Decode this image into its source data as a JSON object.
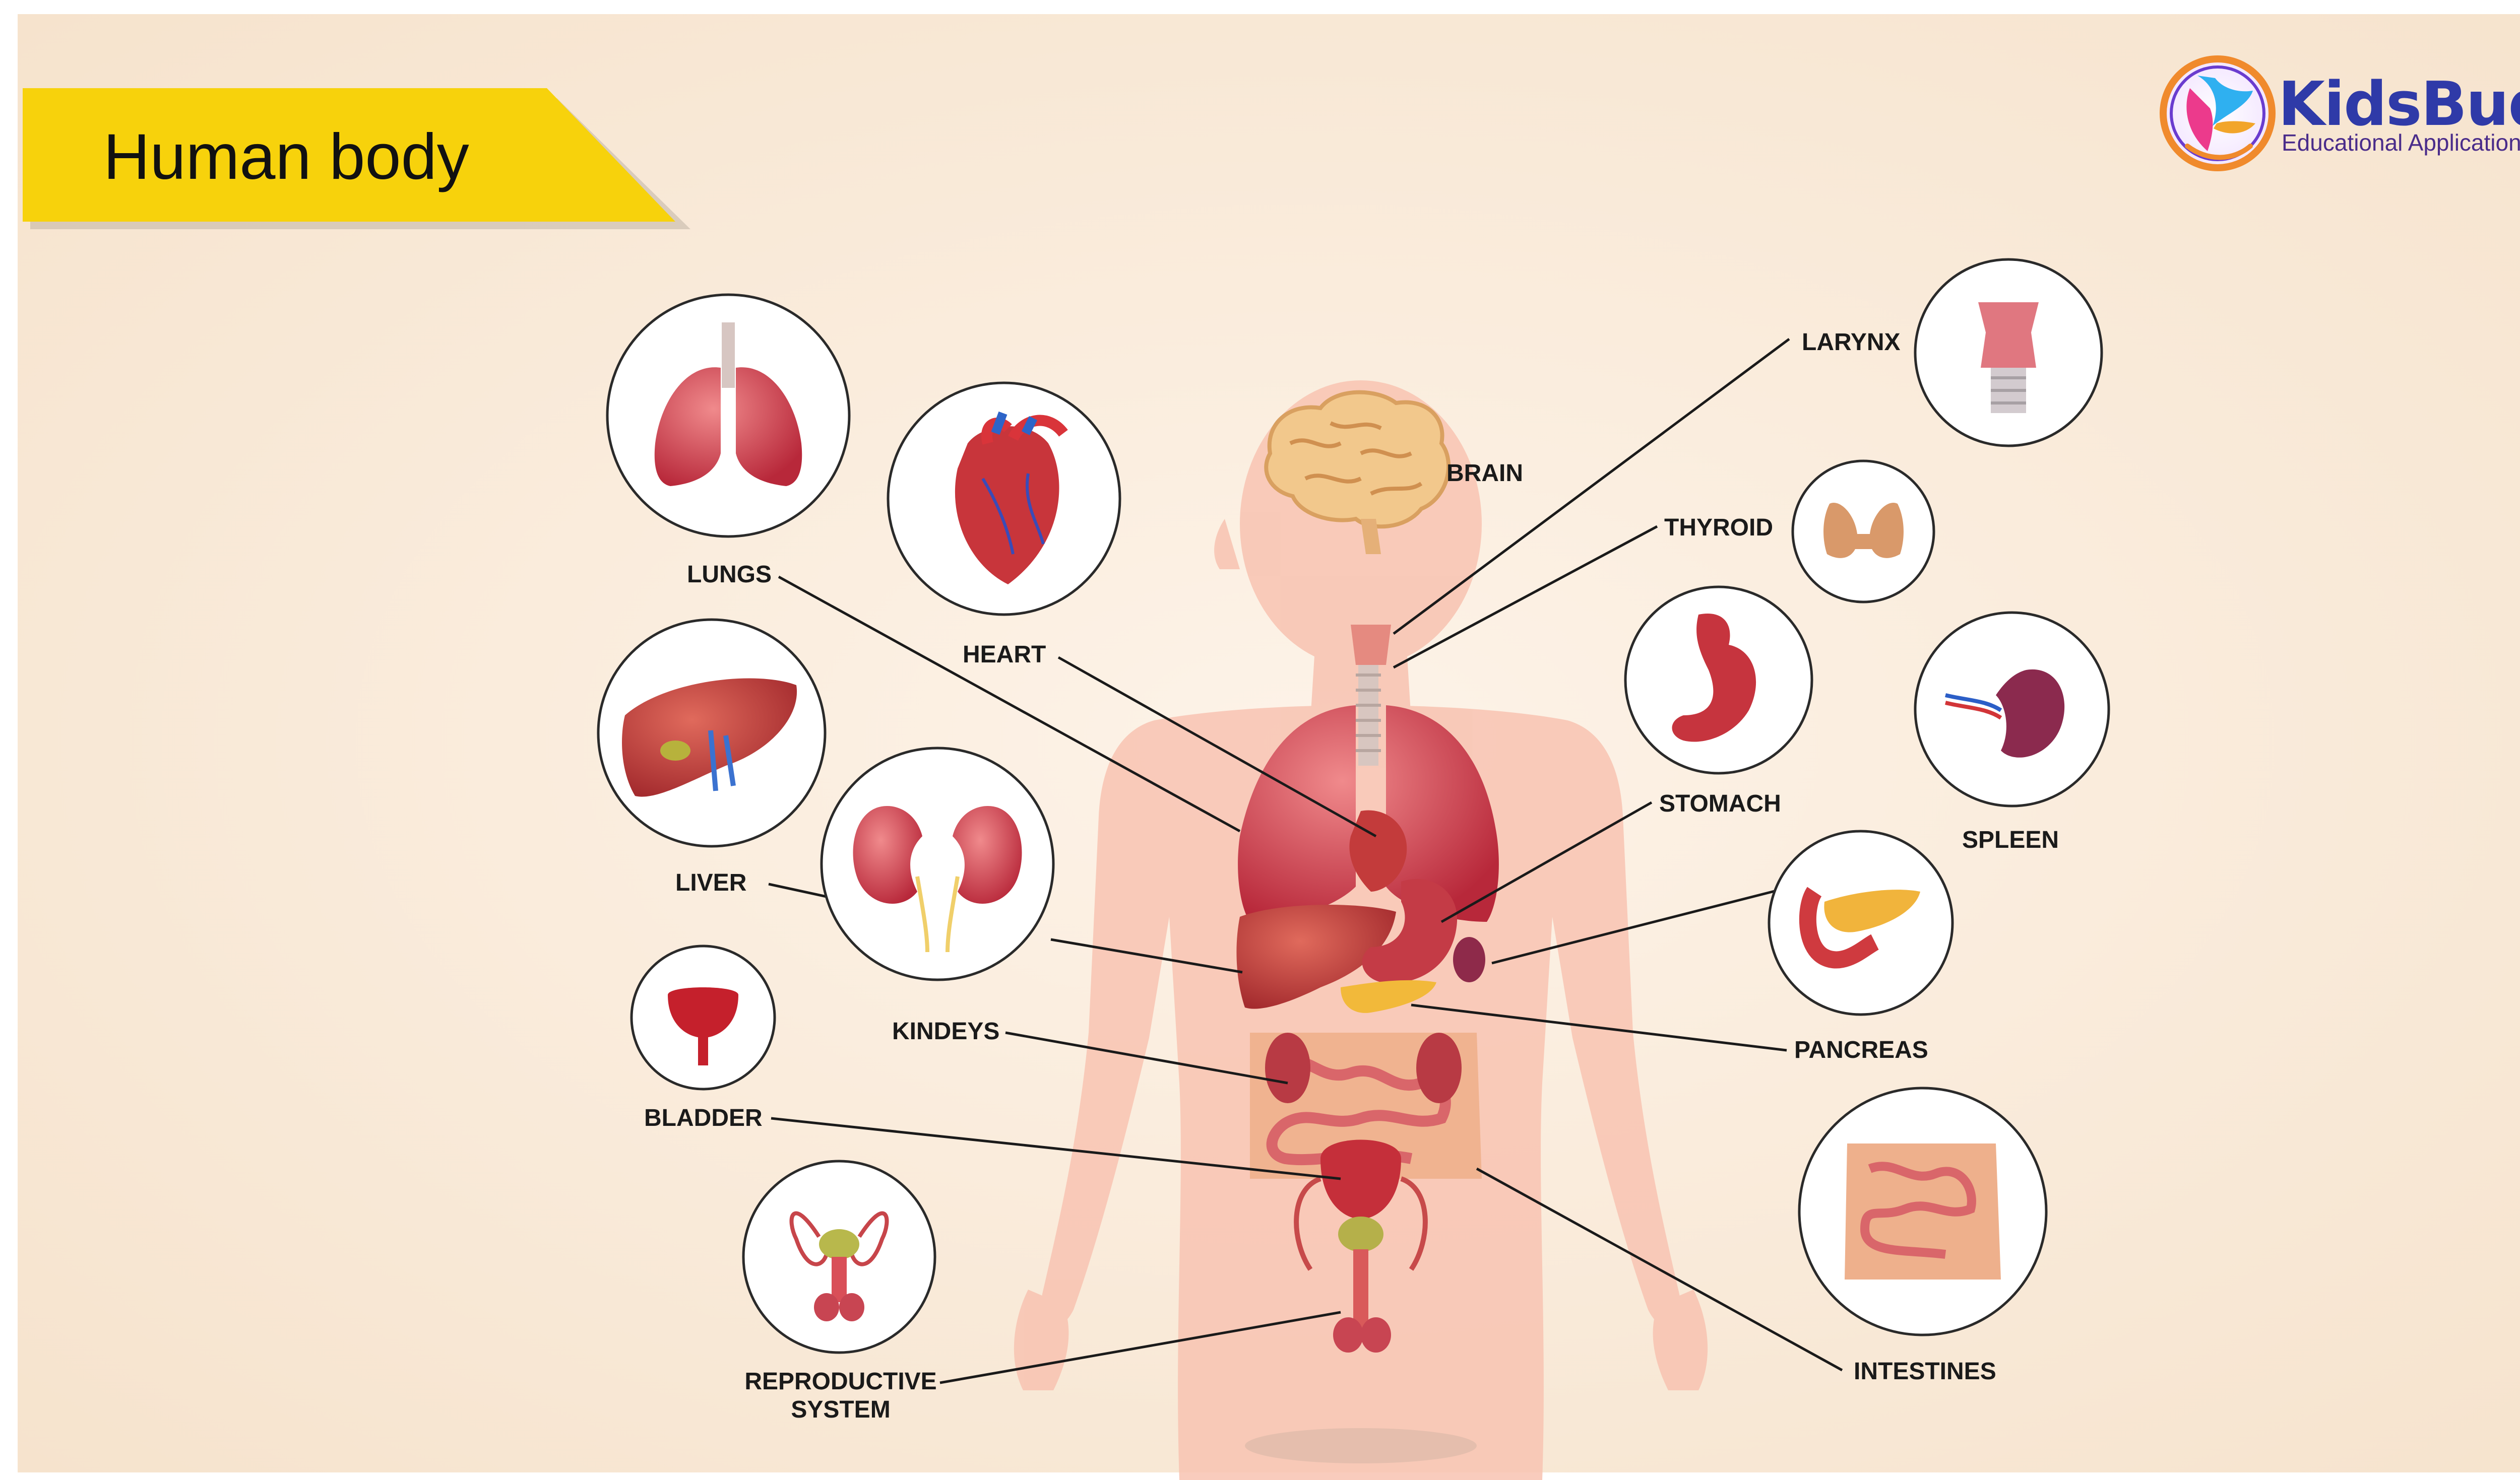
{
  "header": {
    "title": "Human body"
  },
  "logo": {
    "name": "KidsBuddy",
    "subtitle": "Educational Application",
    "icon": "kidsbuddy-butterfly-logo"
  },
  "colors": {
    "background": "#f9e9d7",
    "banner": "#f7d20c",
    "body": "#f8c3b1",
    "organ_red": "#c9353f",
    "leader_line": "#1a1a1a"
  },
  "labels": {
    "brain": "BRAIN",
    "larynx": "LARYNX",
    "thyroid": "THYROID",
    "lungs": "LUNGS",
    "heart": "HEART",
    "liver": "LIVER",
    "stomach": "STOMACH",
    "spleen": "SPLEEN",
    "kidneys": "KINDEYS",
    "pancreas": "PANCREAS",
    "bladder": "BLADDER",
    "intestines": "INTESTINES",
    "reproductive_line1": "REPRODUCTIVE",
    "reproductive_line2": "SYSTEM"
  },
  "icons": [
    "lungs-icon",
    "heart-icon",
    "liver-icon",
    "kidneys-icon",
    "bladder-icon",
    "reproductive-system-icon",
    "larynx-icon",
    "thyroid-icon",
    "stomach-icon",
    "spleen-icon",
    "pancreas-icon",
    "intestines-icon",
    "brain-icon"
  ]
}
